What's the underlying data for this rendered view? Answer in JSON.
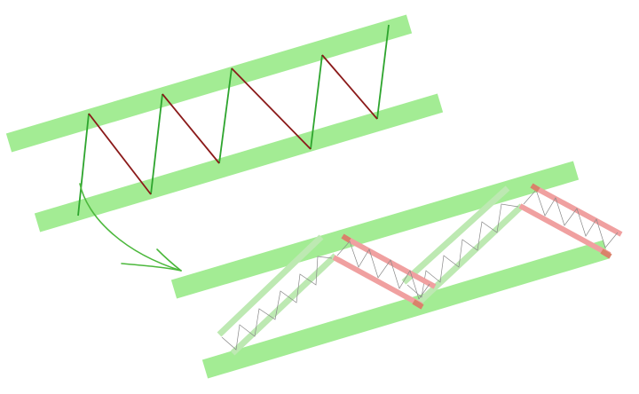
{
  "diagram": {
    "colors": {
      "background": "#ffffff",
      "chord_band": "#a3ec94",
      "diagonal_dark": "#8b1a1a",
      "vertical_line": "#2ea52e",
      "curved_arrow": "#4cb83c",
      "pink_band": "#f0a0a0",
      "pink_end_cap": "#d9826a",
      "light_green_band": "#bde9b2",
      "zigzag_thin": "#aaaaaa"
    },
    "top_figure": {
      "description_shown": false,
      "members": [
        "top-chord",
        "bottom-chord",
        "vertical-members",
        "diagonal-members"
      ]
    },
    "bottom_figure": {
      "members": [
        "top-chord",
        "bottom-chord",
        "truss-verticals",
        "truss-diagonals"
      ]
    },
    "arrow": {
      "direction": "from-top-figure-to-bottom-figure"
    }
  }
}
